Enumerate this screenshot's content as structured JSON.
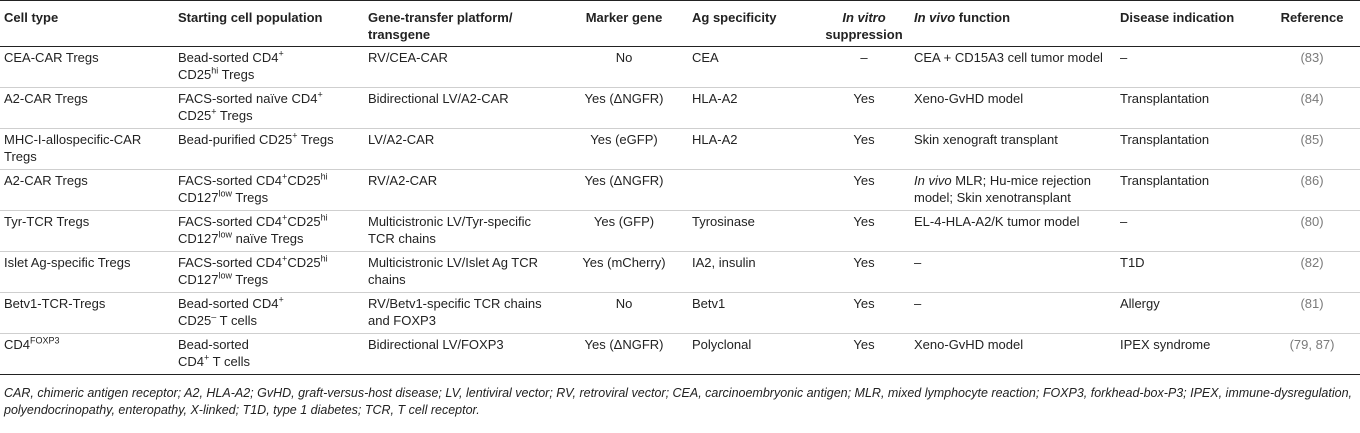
{
  "headers": [
    "Cell type",
    "Starting cell population",
    "Gene-transfer platform/ transgene",
    "Marker gene",
    "Ag specificity",
    "In vitro",
    " suppression",
    "In vivo",
    " function",
    "Disease indication",
    "Reference"
  ],
  "rows": [
    {
      "cell": "CEA-CAR Tregs",
      "pop_a": "Bead-sorted CD4",
      "pop_a_sup": "+",
      "pop_b": "CD25",
      "pop_b_sup": "hi",
      "pop_c": " Tregs",
      "platform": "RV/CEA-CAR",
      "marker": "No",
      "ag": "CEA",
      "invitro": "–",
      "invivo": "CEA + CD15A3 cell tumor model",
      "disease": "–",
      "ref": "(83)"
    },
    {
      "cell": "A2-CAR Tregs",
      "pop_a": "FACS-sorted naïve CD4",
      "pop_a_sup": "+",
      "pop_b": "CD25",
      "pop_b_sup": "+",
      "pop_c": " Tregs",
      "platform": "Bidirectional LV/A2-CAR",
      "marker": "Yes (ΔNGFR)",
      "ag": "HLA-A2",
      "invitro": "Yes",
      "invivo": "Xeno-GvHD model",
      "disease": "Transplantation",
      "ref": "(84)"
    },
    {
      "cell": "MHC-I-allospecific-CAR Tregs",
      "pop_a": "Bead-purified CD25",
      "pop_a_sup": "+",
      "pop_a_tail": " Tregs",
      "platform": "LV/A2-CAR",
      "marker": "Yes (eGFP)",
      "ag": "HLA-A2",
      "invitro": "Yes",
      "invivo": "Skin xenograft transplant",
      "disease": "Transplantation",
      "ref": "(85)"
    },
    {
      "cell": "A2-CAR Tregs",
      "pop_a": "FACS-sorted CD4",
      "pop_a_sup": "+",
      "pop_a_mid": "CD25",
      "pop_a_sup2": "hi",
      "pop_b": "CD127",
      "pop_b_sup": "low",
      "pop_c": " Tregs",
      "platform": "RV/A2-CAR",
      "marker": "Yes (ΔNGFR)",
      "ag": "",
      "invitro": "Yes",
      "invivo_it": "In vivo",
      "invivo": " MLR; Hu-mice rejection model; Skin xenotransplant",
      "disease": "Transplantation",
      "ref": "(86)"
    },
    {
      "cell": "Tyr-TCR Tregs",
      "pop_a": "FACS-sorted CD4",
      "pop_a_sup": "+",
      "pop_a_mid": "CD25",
      "pop_a_sup2": "hi",
      "pop_b": "CD127",
      "pop_b_sup": "low",
      "pop_c": " naïve Tregs",
      "platform": "Multicistronic LV/Tyr-specific TCR chains",
      "marker": "Yes (GFP)",
      "ag": "Tyrosinase",
      "invitro": "Yes",
      "invivo": "EL-4-HLA-A2/K tumor model",
      "disease": "–",
      "ref": "(80)"
    },
    {
      "cell": "Islet Ag-specific Tregs",
      "pop_a": "FACS-sorted CD4",
      "pop_a_sup": "+",
      "pop_a_mid": "CD25",
      "pop_a_sup2": "hi",
      "pop_b": "CD127",
      "pop_b_sup": "low",
      "pop_c": " Tregs",
      "platform": "Multicistronic LV/Islet Ag TCR chains",
      "marker": "Yes (mCherry)",
      "ag": "IA2, insulin",
      "invitro": "Yes",
      "invivo": "–",
      "disease": "T1D",
      "ref": "(82)"
    },
    {
      "cell": "Betv1-TCR-Tregs",
      "pop_a": "Bead-sorted CD4",
      "pop_a_sup": "+",
      "pop_b": "CD25",
      "pop_b_sub": "–",
      "pop_c": " T cells",
      "platform": "RV/Betv1-specific TCR chains and FOXP3",
      "marker": "No",
      "ag": "Betv1",
      "invitro": "Yes",
      "invivo": "–",
      "disease": "Allergy",
      "ref": "(81)"
    },
    {
      "cell": "CD4",
      "cell_sup": "FOXP3",
      "pop_a": "Bead-sorted",
      "pop_b": "CD4",
      "pop_b_sup": "+",
      "pop_c": " T cells",
      "platform": "Bidirectional LV/FOXP3",
      "marker": "Yes (ΔNGFR)",
      "ag": "Polyclonal",
      "invitro": "Yes",
      "invivo": "Xeno-GvHD model",
      "disease": "IPEX syndrome",
      "ref": "(79, 87)"
    }
  ],
  "footnote": "CAR, chimeric antigen receptor; A2, HLA-A2; GvHD, graft-versus-host disease; LV, lentiviral vector; RV, retroviral vector; CEA, carcinoembryonic antigen; MLR, mixed lymphocyte reaction; FOXP3, forkhead-box-P3; IPEX, immune-dysregulation, polyendocrinopathy, enteropathy, X-linked; T1D, type 1 diabetes; TCR, T cell receptor."
}
